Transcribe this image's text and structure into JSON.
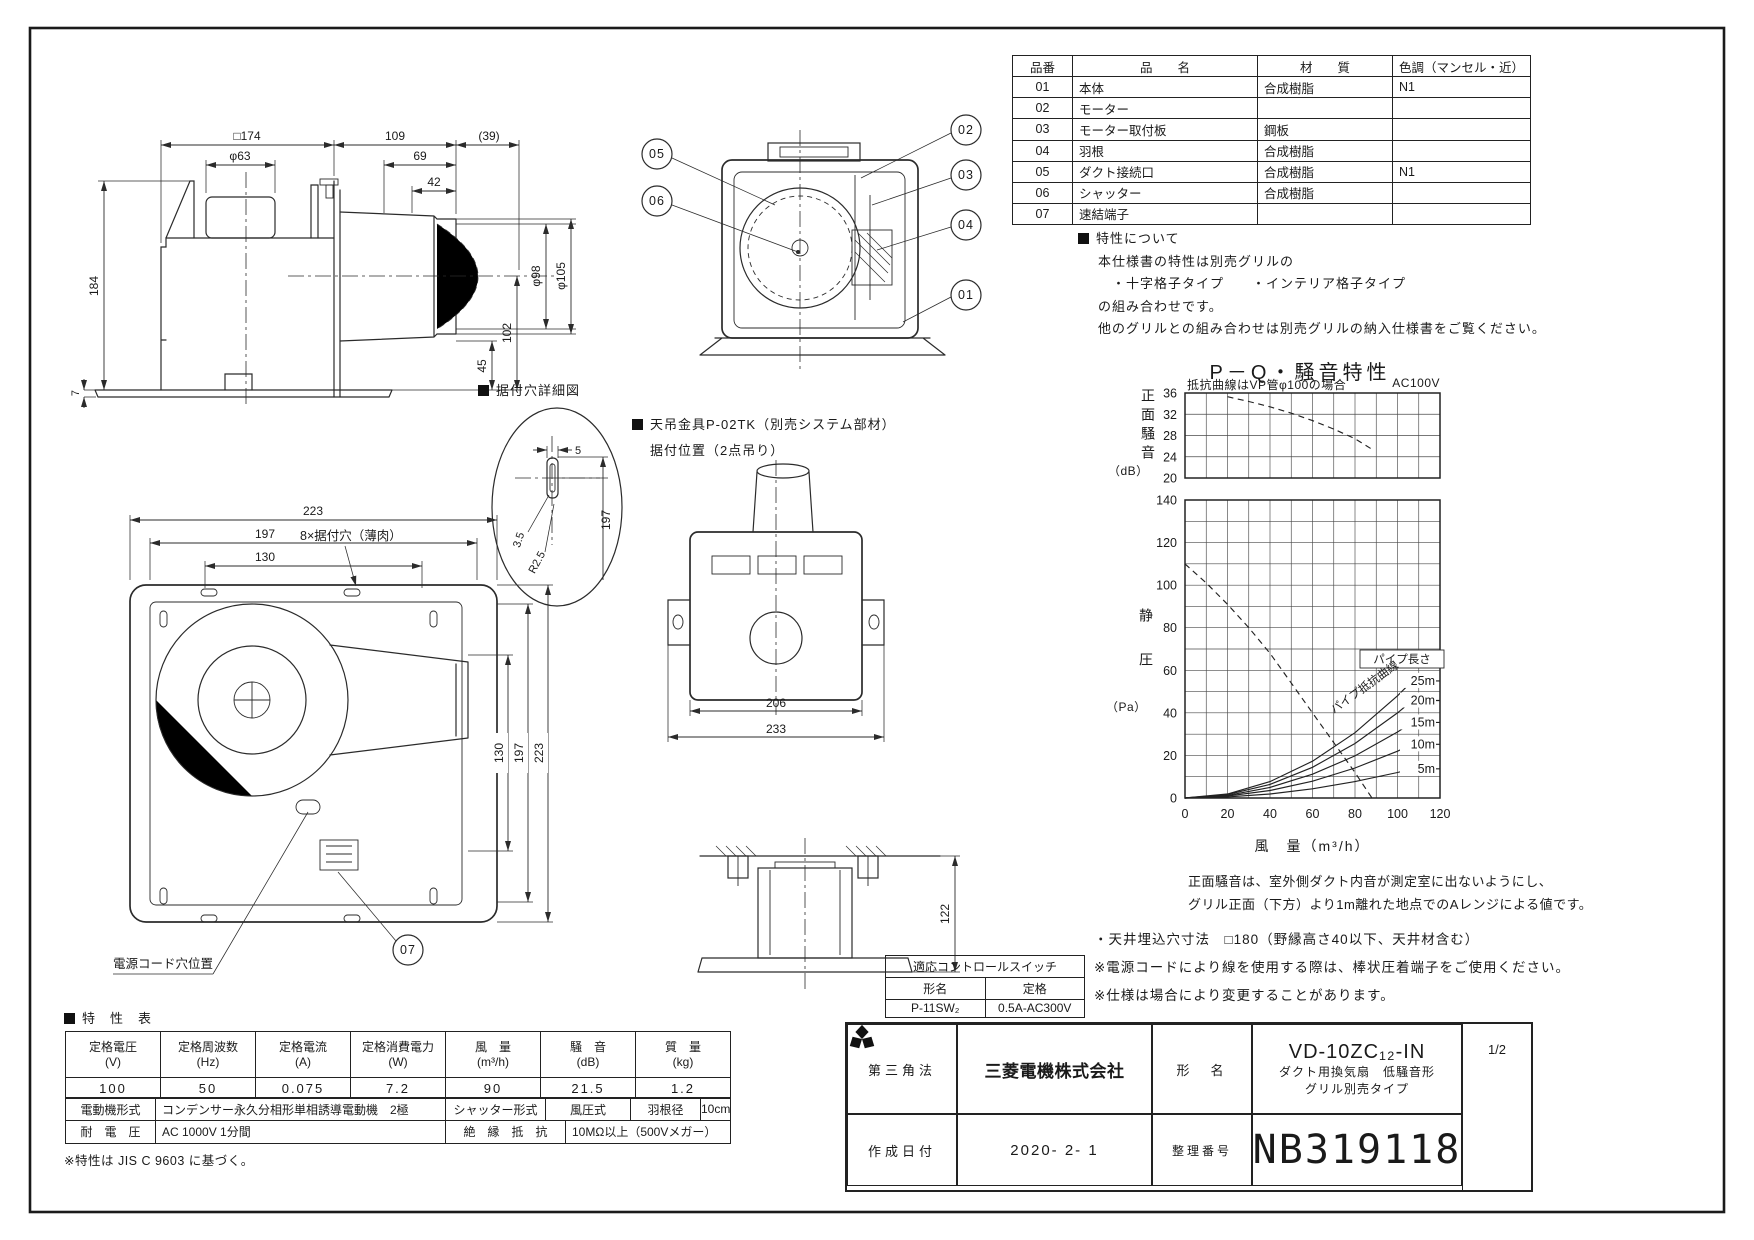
{
  "parts_table": {
    "headers": [
      "品番",
      "品　　名",
      "材　　質",
      "色調（マンセル・近）"
    ],
    "rows": [
      {
        "no": "01",
        "name": "本体",
        "material": "合成樹脂",
        "color": "N1"
      },
      {
        "no": "02",
        "name": "モーター",
        "material": "",
        "color": ""
      },
      {
        "no": "03",
        "name": "モーター取付板",
        "material": "鋼板",
        "color": ""
      },
      {
        "no": "04",
        "name": "羽根",
        "material": "合成樹脂",
        "color": ""
      },
      {
        "no": "05",
        "name": "ダクト接続口",
        "material": "合成樹脂",
        "color": "N1"
      },
      {
        "no": "06",
        "name": "シャッター",
        "material": "合成樹脂",
        "color": ""
      },
      {
        "no": "07",
        "name": "速結端子",
        "material": "",
        "color": ""
      }
    ]
  },
  "char_note": {
    "title": "特性について",
    "l1": "本仕様書の特性は別売グリルの",
    "l2": "・十字格子タイプ　　・インテリア格子タイプ",
    "l3": "の組み合わせです。",
    "l4": "他のグリルとの組み合わせは別売グリルの納入仕様書をご覧ください。"
  },
  "chart_labels": {
    "note_left": "抵抗曲線はVP管φ100の場合",
    "note_right": "AC100V",
    "ylabel1": "正面騒音",
    "ylabel1_unit": "（dB）",
    "ylabel2": "静圧",
    "ylabel2_unit": "（Pa）",
    "xlabel": "風　量（m³/h）",
    "pipe_len": "パイプ長さ",
    "pipe_res": "パイプ抵抗曲線",
    "footnote1": "正面騒音は、室外側ダクト内音が測定室に出ないようにし、",
    "footnote2": "グリル正面（下方）より1m離れた地点でのAレンジによる値です。"
  },
  "notes": {
    "n1": "・天井埋込穴寸法　□180（野縁高さ40以下、天井材含む）",
    "n2": "※電源コードにより線を使用する際は、棒状圧着端子をご使用ください。",
    "n3": "※仕様は場合により変更することがあります。"
  },
  "control_switch": {
    "title": "適応コントロールスイッチ",
    "col1": "形名",
    "col2": "定格",
    "model": "P-11SW₂",
    "rating": "0.5A-AC300V"
  },
  "spec": {
    "label": "特　性　表",
    "cols": [
      {
        "n": "定格電圧",
        "u": "(V)",
        "v": "100"
      },
      {
        "n": "定格周波数",
        "u": "(Hz)",
        "v": "50"
      },
      {
        "n": "定格電流",
        "u": "(A)",
        "v": "0.075"
      },
      {
        "n": "定格消費電力",
        "u": "(W)",
        "v": "7.2"
      },
      {
        "n": "風　量",
        "u": "(m³/h)",
        "v": "90"
      },
      {
        "n": "騒　音",
        "u": "(dB)",
        "v": "21.5"
      },
      {
        "n": "質　量",
        "u": "(kg)",
        "v": "1.2"
      }
    ],
    "motor_label": "電動機形式",
    "motor": "コンデンサー永久分相形単相誘導電動機　2極",
    "shutter_label": "シャッター形式",
    "shutter": "風圧式",
    "blade_label": "羽根径",
    "blade": "10cm",
    "wv_label": "耐　電　圧",
    "wv": "AC 1000V 1分間",
    "ins_label": "絶　縁　抵　抗",
    "ins": "10MΩ以上（500Vメガー）",
    "note": "※特性は JIS C 9603 に基づく。"
  },
  "title_block": {
    "projection": "第三角法",
    "company": "三菱電機株式会社",
    "model_label": "形　名",
    "model": "VD-10ZC₁₂-IN",
    "desc1": "ダクト用換気扇　低騒音形",
    "desc2": "グリル別売タイプ",
    "date_label": "作成日付",
    "date": "2020- 2- 1",
    "number_label": "整理番号",
    "number": "NB319118",
    "page": "1/2"
  },
  "drawings": {
    "side": {
      "sq174": "□174",
      "d109": "109",
      "d39": "(39)",
      "phi63": "φ63",
      "d69": "69",
      "d42": "42",
      "d184": "184",
      "phi98": "φ98",
      "phi105": "φ105",
      "d45": "45",
      "d102": "102",
      "d7": "7"
    },
    "front": {
      "t223": "223",
      "t197": "197",
      "t130": "130",
      "r130": "130",
      "r197": "197",
      "r223": "223",
      "holes": "8×据付穴（薄肉）",
      "cord": "電源コード穴位置",
      "b07": "07"
    },
    "detail": {
      "title": "据付穴詳細図",
      "d5": "5",
      "d35": "3.5",
      "r25": "R2.5",
      "d197": "197"
    },
    "hanger": {
      "t1": "天吊金具P-02TK（別売システム部材）",
      "t2": "据付位置（2点吊り）",
      "d206": "206",
      "d233": "233",
      "d122": "122"
    },
    "balloons": {
      "b01": "01",
      "b02": "02",
      "b03": "03",
      "b04": "04",
      "b05": "05",
      "b06": "06",
      "b07": "07"
    }
  },
  "chart_data": [
    {
      "type": "line",
      "title": "P－Q・騒音特性",
      "ylabel": "正面騒音（dB）",
      "xlabel": "",
      "ylim": [
        20,
        36
      ],
      "yticks": [
        20,
        24,
        28,
        32,
        36
      ],
      "ystep": 4,
      "xlim": [
        0,
        120
      ],
      "xticks": [],
      "xstep": 10,
      "grid": true,
      "series": [
        {
          "name": "正面騒音",
          "style": "dashed",
          "points": [
            [
              20,
              35.3
            ],
            [
              30,
              34.4
            ],
            [
              40,
              33.4
            ],
            [
              50,
              32.2
            ],
            [
              60,
              30.8
            ],
            [
              70,
              29.2
            ],
            [
              80,
              27.4
            ],
            [
              88,
              25.4
            ]
          ]
        }
      ]
    },
    {
      "type": "line",
      "title": "",
      "ylabel": "静圧（Pa）",
      "xlabel": "風量（m³/h）",
      "ylim": [
        0,
        140
      ],
      "yticks": [
        0,
        20,
        40,
        60,
        80,
        100,
        120,
        140
      ],
      "ystep": 10,
      "xlim": [
        0,
        120
      ],
      "xticks": [
        0,
        20,
        40,
        60,
        80,
        100,
        120
      ],
      "xstep": 10,
      "grid": true,
      "legend_title": "パイプ長さ",
      "curve_label": "パイプ抵抗曲線",
      "series": [
        {
          "name": "P-Q曲線",
          "style": "dashed",
          "points": [
            [
              0,
              110
            ],
            [
              10,
              101
            ],
            [
              20,
              91
            ],
            [
              30,
              80
            ],
            [
              40,
              68
            ],
            [
              50,
              54
            ],
            [
              60,
              40
            ],
            [
              70,
              26
            ],
            [
              80,
              12
            ],
            [
              88,
              0
            ]
          ]
        },
        {
          "name": "25m",
          "style": "solid",
          "points": [
            [
              0,
              0
            ],
            [
              20,
              1.9
            ],
            [
              40,
              7.7
            ],
            [
              60,
              17.3
            ],
            [
              80,
              30.7
            ],
            [
              100,
              48
            ],
            [
              107,
              55
            ]
          ]
        },
        {
          "name": "20m",
          "style": "solid",
          "points": [
            [
              0,
              0
            ],
            [
              20,
              1.6
            ],
            [
              40,
              6.4
            ],
            [
              60,
              14.4
            ],
            [
              80,
              25.6
            ],
            [
              100,
              40
            ],
            [
              107,
              45.8
            ]
          ]
        },
        {
          "name": "15m",
          "style": "solid",
          "points": [
            [
              0,
              0
            ],
            [
              20,
              1.2
            ],
            [
              40,
              5
            ],
            [
              60,
              11.2
            ],
            [
              80,
              19.8
            ],
            [
              100,
              31
            ],
            [
              107,
              35.5
            ]
          ]
        },
        {
          "name": "10m",
          "style": "solid",
          "points": [
            [
              0,
              0
            ],
            [
              20,
              0.9
            ],
            [
              40,
              3.5
            ],
            [
              60,
              7.9
            ],
            [
              80,
              14.1
            ],
            [
              100,
              22
            ],
            [
              107,
              25.2
            ]
          ]
        },
        {
          "name": "5m",
          "style": "solid",
          "points": [
            [
              0,
              0
            ],
            [
              20,
              0.5
            ],
            [
              40,
              1.9
            ],
            [
              60,
              4.3
            ],
            [
              80,
              7.7
            ],
            [
              100,
              12
            ],
            [
              107,
              13.7
            ]
          ]
        }
      ]
    }
  ]
}
